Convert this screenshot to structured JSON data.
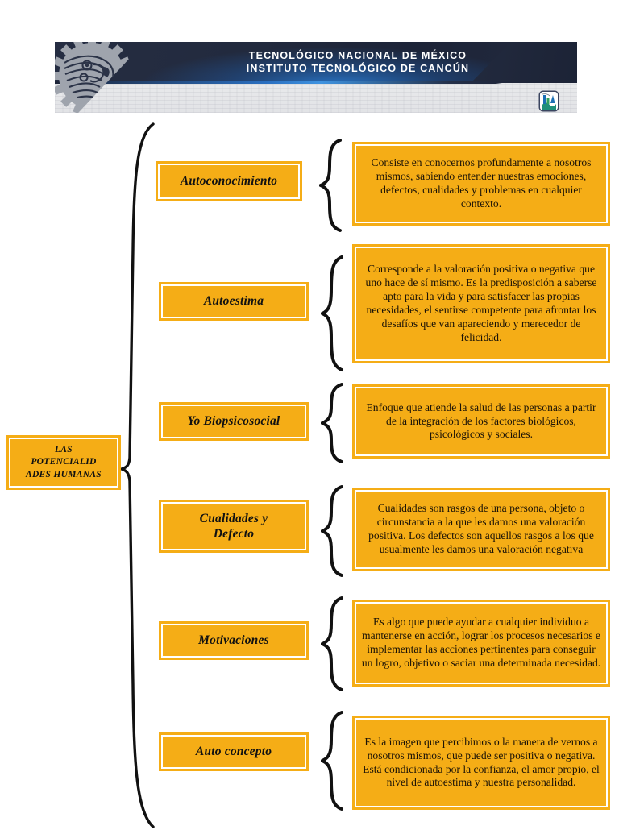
{
  "header": {
    "org_line1": "TECNOLÓGICO NACIONAL DE MÉXICO",
    "org_line2": "INSTITUTO TECNOLÓGICO DE CANCÚN",
    "logo_name": "tecnm-eagle-gear-logo",
    "emblem_name": "itcancun-emblem-icon"
  },
  "colors": {
    "box_fill": "#f5ad16",
    "box_border": "#f5ad16",
    "box_inner_border": "#ffffff",
    "text": "#111111",
    "banner_dark": "#222a3e",
    "banner_accent_blue": "#2a6fc0"
  },
  "map": {
    "root": {
      "label": "LAS\nPOTENCIALID\nADES HUMANAS"
    },
    "branches": [
      {
        "label": "Autoconocimiento",
        "description": "Consiste en conocernos profundamente a nosotros mismos, sabiendo entender nuestras emociones, defectos, cualidades y problemas en cualquier contexto."
      },
      {
        "label": "Autoestima",
        "description": "Corresponde a la valoración positiva o negativa que uno hace de sí mismo. Es la predisposición a saberse apto para la vida y para satisfacer las propias necesidades, el sentirse competente para afrontar los desafíos que van apareciendo y merecedor de felicidad."
      },
      {
        "label": "Yo Biopsicosocial",
        "description": "Enfoque que atiende la salud de las personas a partir de la integración de los factores biológicos, psicológicos y sociales."
      },
      {
        "label": "Cualidades y\nDefecto",
        "description": "Cualidades son rasgos de una persona, objeto o circunstancia a la que les damos una valoración positiva. Los defectos son aquellos rasgos a los que usualmente les damos una valoración negativa"
      },
      {
        "label": "Motivaciones",
        "description": "Es algo que puede ayudar a cualquier individuo a mantenerse en acción, lograr los procesos necesarios e implementar las acciones pertinentes para conseguir un logro, objetivo o saciar una determinada necesidad."
      },
      {
        "label": "Auto concepto",
        "description": "Es la imagen que percibimos o la manera de vernos a nosotros mismos, que puede ser positiva o negativa. Está condicionada por la confianza, el amor propio, el nivel de autoestima y nuestra personalidad."
      }
    ]
  }
}
